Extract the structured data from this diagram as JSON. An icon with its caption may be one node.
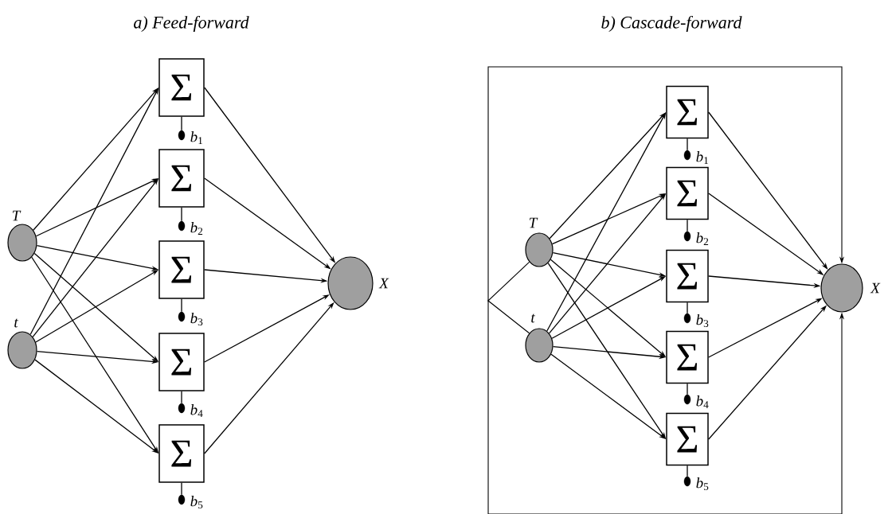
{
  "diagram": {
    "nodes": [
      {
        "text": [],
        "shape": "circle",
        "beside": [
          "T"
        ]
      },
      {
        "text": [],
        "shape": "circle",
        "beside": [
          "t"
        ]
      },
      {
        "text": [
          "Σ"
        ]
      },
      {
        "text": [
          "Σ"
        ]
      },
      {
        "text": [
          "Σ"
        ]
      },
      {
        "text": [
          "Σ"
        ]
      },
      {
        "text": [
          "Σ"
        ]
      },
      {
        "text": [],
        "shape": "circle",
        "beside": [
          "*b*$_{1}$"
        ]
      },
      {
        "text": [],
        "shape": "circle",
        "beside": [
          "*b*$_{2}$"
        ]
      },
      {
        "text": [],
        "shape": "circle",
        "beside": [
          "*b*$_{3}$"
        ]
      },
      {
        "text": [],
        "shape": "circle",
        "beside": [
          "*b*$_{4}$"
        ]
      },
      {
        "text": [],
        "shape": "circle",
        "beside": [
          "*b*$_{5}$"
        ]
      },
      {
        "text": [],
        "shape": "circle",
        "beside": [
          "X"
        ]
      },
      {
        "text": [],
        "shape": "circle",
        "beside": [
          "T"
        ]
      },
      {
        "text": [],
        "shape": "circle",
        "beside": [
          "t"
        ]
      },
      {
        "text": [
          "Σ"
        ]
      },
      {
        "text": [
          "Σ"
        ]
      },
      {
        "text": [
          "Σ"
        ]
      },
      {
        "text": [
          "Σ"
        ]
      },
      {
        "text": [
          "Σ"
        ]
      },
      {
        "text": [],
        "shape": "circle",
        "beside": [
          "*b*$_{1}$"
        ]
      },
      {
        "text": [],
        "shape": "circle",
        "beside": [
          "*b*$_{2}$"
        ]
      },
      {
        "text": [],
        "shape": "circle",
        "beside": [
          "*b*$_{3}$"
        ]
      },
      {
        "text": [],
        "shape": "circle",
        "beside": [
          "*b*$_{4}$"
        ]
      },
      {
        "text": [],
        "shape": "circle",
        "beside": [
          "*b*$_{5}$"
        ]
      },
      {
        "text": [],
        "shape": "circle",
        "beside": [
          "X"
        ]
      }
    ],
    "edges": [
      {
        "from": 0,
        "to": 2,
        "arrow": "to"
      },
      {
        "from": 0,
        "to": 3,
        "arrow": "to"
      },
      {
        "from": 0,
        "to": 4,
        "arrow": "to"
      },
      {
        "from": 0,
        "to": 5,
        "arrow": "to"
      },
      {
        "from": 0,
        "to": 6,
        "arrow": "to"
      },
      {
        "from": 1,
        "to": 2,
        "arrow": "to"
      },
      {
        "from": 1,
        "to": 3,
        "arrow": "to"
      },
      {
        "from": 1,
        "to": 4,
        "arrow": "to"
      },
      {
        "from": 1,
        "to": 5,
        "arrow": "to"
      },
      {
        "from": 1,
        "to": 6,
        "arrow": "to"
      },
      {
        "from": 2,
        "to": 12,
        "arrow": "to"
      },
      {
        "from": 3,
        "to": 12,
        "arrow": "to"
      },
      {
        "from": 4,
        "to": 12,
        "arrow": "to"
      },
      {
        "from": 5,
        "to": 12,
        "arrow": "to"
      },
      {
        "from": 6,
        "to": 12,
        "arrow": "to"
      },
      {
        "from": 2,
        "to": 7,
        "arrow": "none"
      },
      {
        "from": 3,
        "to": 8,
        "arrow": "none"
      },
      {
        "from": 4,
        "to": 9,
        "arrow": "none"
      },
      {
        "from": 5,
        "to": 10,
        "arrow": "none"
      },
      {
        "from": 6,
        "to": 11,
        "arrow": "none"
      },
      {
        "from": 13,
        "to": 15,
        "arrow": "to"
      },
      {
        "from": 13,
        "to": 16,
        "arrow": "to"
      },
      {
        "from": 13,
        "to": 17,
        "arrow": "to"
      },
      {
        "from": 13,
        "to": 18,
        "arrow": "to"
      },
      {
        "from": 13,
        "to": 19,
        "arrow": "to"
      },
      {
        "from": 14,
        "to": 15,
        "arrow": "to"
      },
      {
        "from": 14,
        "to": 16,
        "arrow": "to"
      },
      {
        "from": 14,
        "to": 17,
        "arrow": "to"
      },
      {
        "from": 14,
        "to": 18,
        "arrow": "to"
      },
      {
        "from": 14,
        "to": 19,
        "arrow": "to"
      },
      {
        "from": 15,
        "to": 25,
        "arrow": "to"
      },
      {
        "from": 16,
        "to": 25,
        "arrow": "to"
      },
      {
        "from": 17,
        "to": 25,
        "arrow": "to"
      },
      {
        "from": 18,
        "to": 25,
        "arrow": "to"
      },
      {
        "from": 19,
        "to": 25,
        "arrow": "to"
      },
      {
        "from": 15,
        "to": 20,
        "arrow": "none"
      },
      {
        "from": 16,
        "to": 21,
        "arrow": "none"
      },
      {
        "from": 17,
        "to": 22,
        "arrow": "none"
      },
      {
        "from": 18,
        "to": 23,
        "arrow": "none"
      },
      {
        "from": 19,
        "to": 24,
        "arrow": "none"
      },
      {
        "from": 13,
        "to": 25,
        "arrow": "to"
      },
      {
        "from": 14,
        "to": 25,
        "arrow": "to"
      }
    ],
    "labels": [
      "a) Feed-forward",
      "b) Cascade-forward"
    ]
  }
}
